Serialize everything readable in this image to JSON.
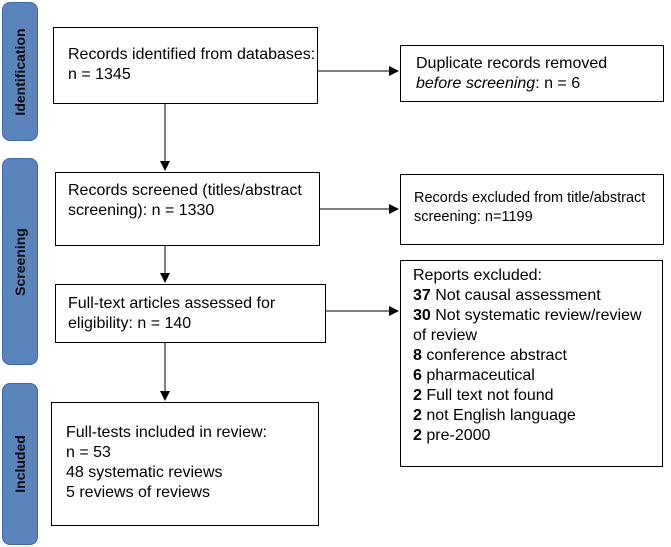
{
  "phases": {
    "identification": "Identification",
    "screening": "Screening",
    "included": "Included"
  },
  "boxes": {
    "records_identified": "Records identified from databases: n = 1345",
    "duplicates_line1": "Duplicate records removed",
    "duplicates_italic": "before screening",
    "duplicates_rest": ": n = 6",
    "records_screened": "Records screened (titles/abstract screening): n = 1330",
    "records_excluded": "Records excluded from title/abstract screening: n=1199",
    "full_text_assessed": "Full-text articles assessed for eligibility: n = 140",
    "reports_excluded_title": "Reports excluded:",
    "reports_excluded_items": [
      {
        "count": "37",
        "reason": "Not causal assessment"
      },
      {
        "count": "30",
        "reason": "Not systematic review/review of review"
      },
      {
        "count": "8",
        "reason": "conference abstract"
      },
      {
        "count": "6",
        "reason": "pharmaceutical"
      },
      {
        "count": "2",
        "reason": "Full text not found"
      },
      {
        "count": "2",
        "reason": "not English language"
      },
      {
        "count": "2",
        "reason": "pre-2000"
      }
    ],
    "included_line1": "Full-tests included in review:",
    "included_line2": "n = 53",
    "included_line3": "48 systematic reviews",
    "included_line4": "5 reviews of reviews"
  }
}
